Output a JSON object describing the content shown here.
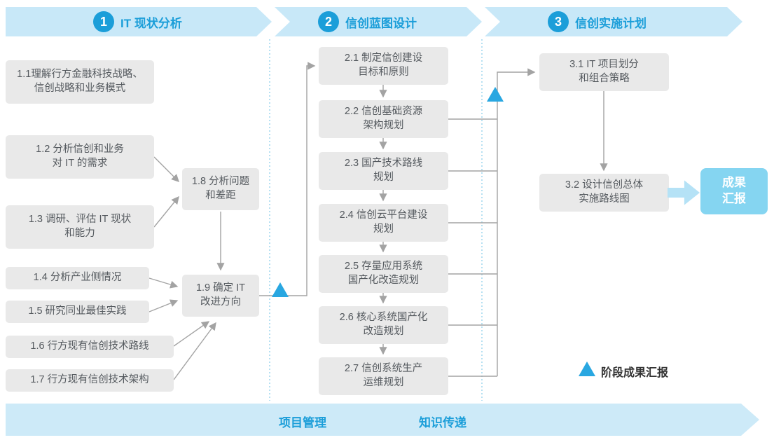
{
  "phases": [
    {
      "number": "1",
      "title": "IT 现状分析"
    },
    {
      "number": "2",
      "title": "信创蓝图设计"
    },
    {
      "number": "3",
      "title": "信创实施计划"
    }
  ],
  "boxes": {
    "s1_1": "1.1理解行方金融科技战略、\n信创战略和业务模式",
    "s1_2": "1.2 分析信创和业务\n对 IT 的需求",
    "s1_3": "1.3 调研、评估 IT 现状\n和能力",
    "s1_4": "1.4 分析产业侧情况",
    "s1_5": "1.5 研究同业最佳实践",
    "s1_6": "1.6 行方现有信创技术路线",
    "s1_7": "1.7 行方现有信创技术架构",
    "s1_8": "1.8 分析问题\n和差距",
    "s1_9": "1.9 确定 IT\n改进方向",
    "s2_1": "2.1 制定信创建设\n目标和原则",
    "s2_2": "2.2 信创基础资源\n架构规划",
    "s2_3": "2.3 国产技术路线\n规划",
    "s2_4": "2.4 信创云平台建设\n规划",
    "s2_5": "2.5 存量应用系统\n国产化改造规划",
    "s2_6": "2.6 核心系统国产化\n改造规划",
    "s2_7": "2.7 信创系统生产\n运维规划",
    "s3_1": "3.1 IT 项目划分\n和组合策略",
    "s3_2": "3.2 设计信创总体\n实施路线图"
  },
  "result_box": "成果\n汇报",
  "legend": {
    "label": "阶段成果汇报"
  },
  "footer": {
    "left": "项目管理",
    "right": "知识传递"
  },
  "colors": {
    "banner_bg": "#c8e8f8",
    "accent_blue": "#1b9ed9",
    "triangle_blue": "#29a7e1",
    "box_gray": "#e9e9e9",
    "box_text": "#54595e",
    "connector_gray": "#a3a3a3",
    "result_box_bg": "#85d5f1",
    "fat_arrow_bg": "#b5e2f6",
    "separator_blue": "#8fd0ec"
  }
}
